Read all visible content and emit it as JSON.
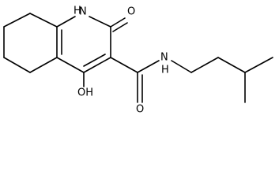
{
  "molecule": {
    "atom_labels": {
      "ring_nh": "H",
      "ring_n": "N",
      "ketone_o": "O",
      "amide_nh": "H",
      "amide_n": "N",
      "amide_o": "O",
      "hydroxyl": "OH"
    }
  }
}
